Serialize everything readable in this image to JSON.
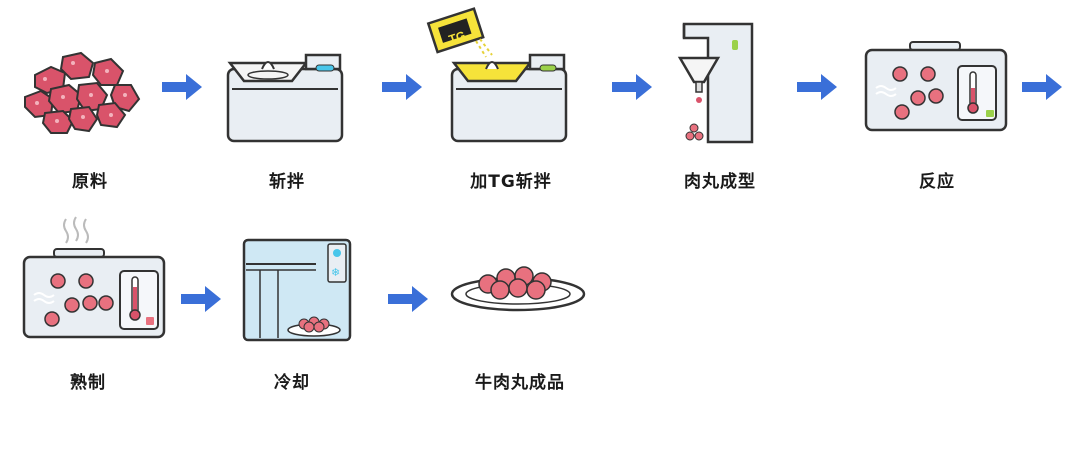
{
  "steps": [
    {
      "label": "原料",
      "icon": "raw-meat-icon"
    },
    {
      "label": "斩拌",
      "icon": "chopper-icon"
    },
    {
      "label": "加TG斩拌",
      "icon": "chopper-tg-icon"
    },
    {
      "label": "肉丸成型",
      "icon": "forming-machine-icon"
    },
    {
      "label": "反应",
      "icon": "water-bath-icon"
    },
    {
      "label": "熟制",
      "icon": "cooking-bath-icon"
    },
    {
      "label": "冷却",
      "icon": "refrigerator-icon"
    },
    {
      "label": "牛肉丸成品",
      "icon": "meatball-plate-icon"
    }
  ],
  "tg_packet_text": "TG",
  "colors": {
    "arrow": "#3a6fd8",
    "machine_body": "#e9eef3",
    "outline": "#333333",
    "meat": "#d9536a",
    "meatball": "#e8717f",
    "tg_yellow": "#f6e33a",
    "accent_green": "#9bd14a",
    "accent_blue": "#49c6ea",
    "fridge_blue": "#cfe8f4"
  }
}
